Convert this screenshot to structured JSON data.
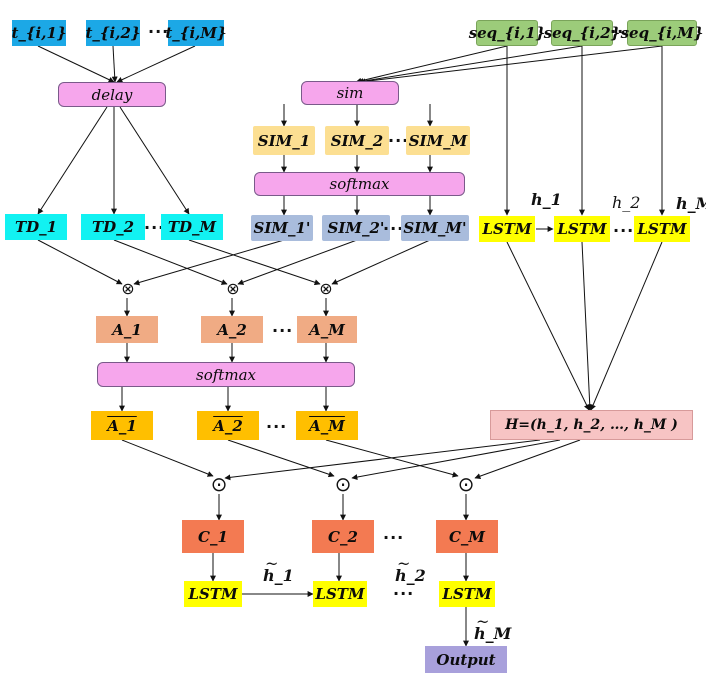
{
  "inputs": {
    "time": [
      "t_{i,1}",
      "t_{i,2}",
      "t_{i,M}"
    ],
    "seq": [
      "seq_{i,1}",
      "seq_{i,2}",
      "seq_{i,M}"
    ]
  },
  "ops": {
    "delay": "delay",
    "sim": "sim",
    "softmax_top": "softmax",
    "softmax_mid": "softmax",
    "lstm": "LSTM",
    "output": "Output"
  },
  "sim_nodes": [
    "SIM_1",
    "SIM_2",
    "SIM_M"
  ],
  "sim_prime_nodes": [
    "SIM_1'",
    "SIM_2'",
    "SIM_M'"
  ],
  "td_nodes": [
    "TD_1",
    "TD_2",
    "TD_M"
  ],
  "a_nodes": [
    "A_1",
    "A_2",
    "A_M"
  ],
  "abar_nodes": [
    "A_1",
    "A_2",
    "A_M"
  ],
  "c_nodes": [
    "C_1",
    "C_2",
    "C_M"
  ],
  "h_labels": [
    "h_1",
    "h_2",
    "h_M"
  ],
  "htilde_labels": [
    "h_1",
    "h_2",
    "h_M"
  ],
  "H_box": "H=(h_1, h_2, …, h_M )",
  "ellipsis": "···",
  "symbols": {
    "otimes": "⊗",
    "odot": "⊙"
  },
  "colors": {
    "time_input": "#1ca8e6",
    "seq_input": "#9ccc7a",
    "op_pink": "#f6a6ec",
    "sim": "#fcdf92",
    "sim_prime": "#a9bcdc",
    "td": "#12f2f2",
    "lstm": "#ffff00",
    "a": "#f0ab84",
    "abar": "#ffbf00",
    "c": "#f37a52",
    "h_box": "#f7c4c4",
    "output": "#a8a0db"
  }
}
